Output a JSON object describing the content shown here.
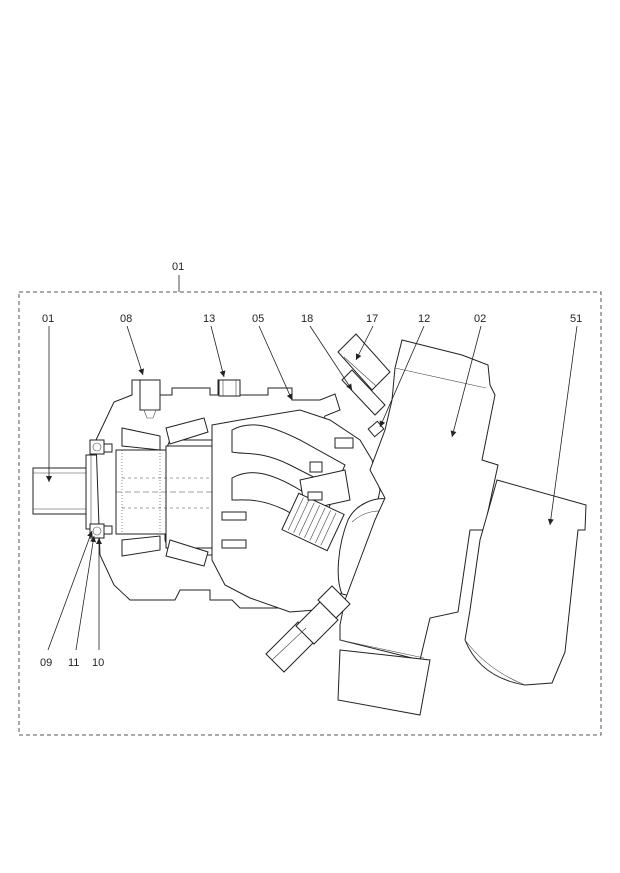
{
  "assembly_label": "01",
  "callouts": [
    {
      "id": "01",
      "text": "01"
    },
    {
      "id": "08",
      "text": "08"
    },
    {
      "id": "13",
      "text": "13"
    },
    {
      "id": "05",
      "text": "05"
    },
    {
      "id": "18",
      "text": "18"
    },
    {
      "id": "17",
      "text": "17"
    },
    {
      "id": "12",
      "text": "12"
    },
    {
      "id": "02",
      "text": "02"
    },
    {
      "id": "51",
      "text": "51"
    },
    {
      "id": "09",
      "text": "09"
    },
    {
      "id": "11",
      "text": "11"
    },
    {
      "id": "10",
      "text": "10"
    }
  ]
}
